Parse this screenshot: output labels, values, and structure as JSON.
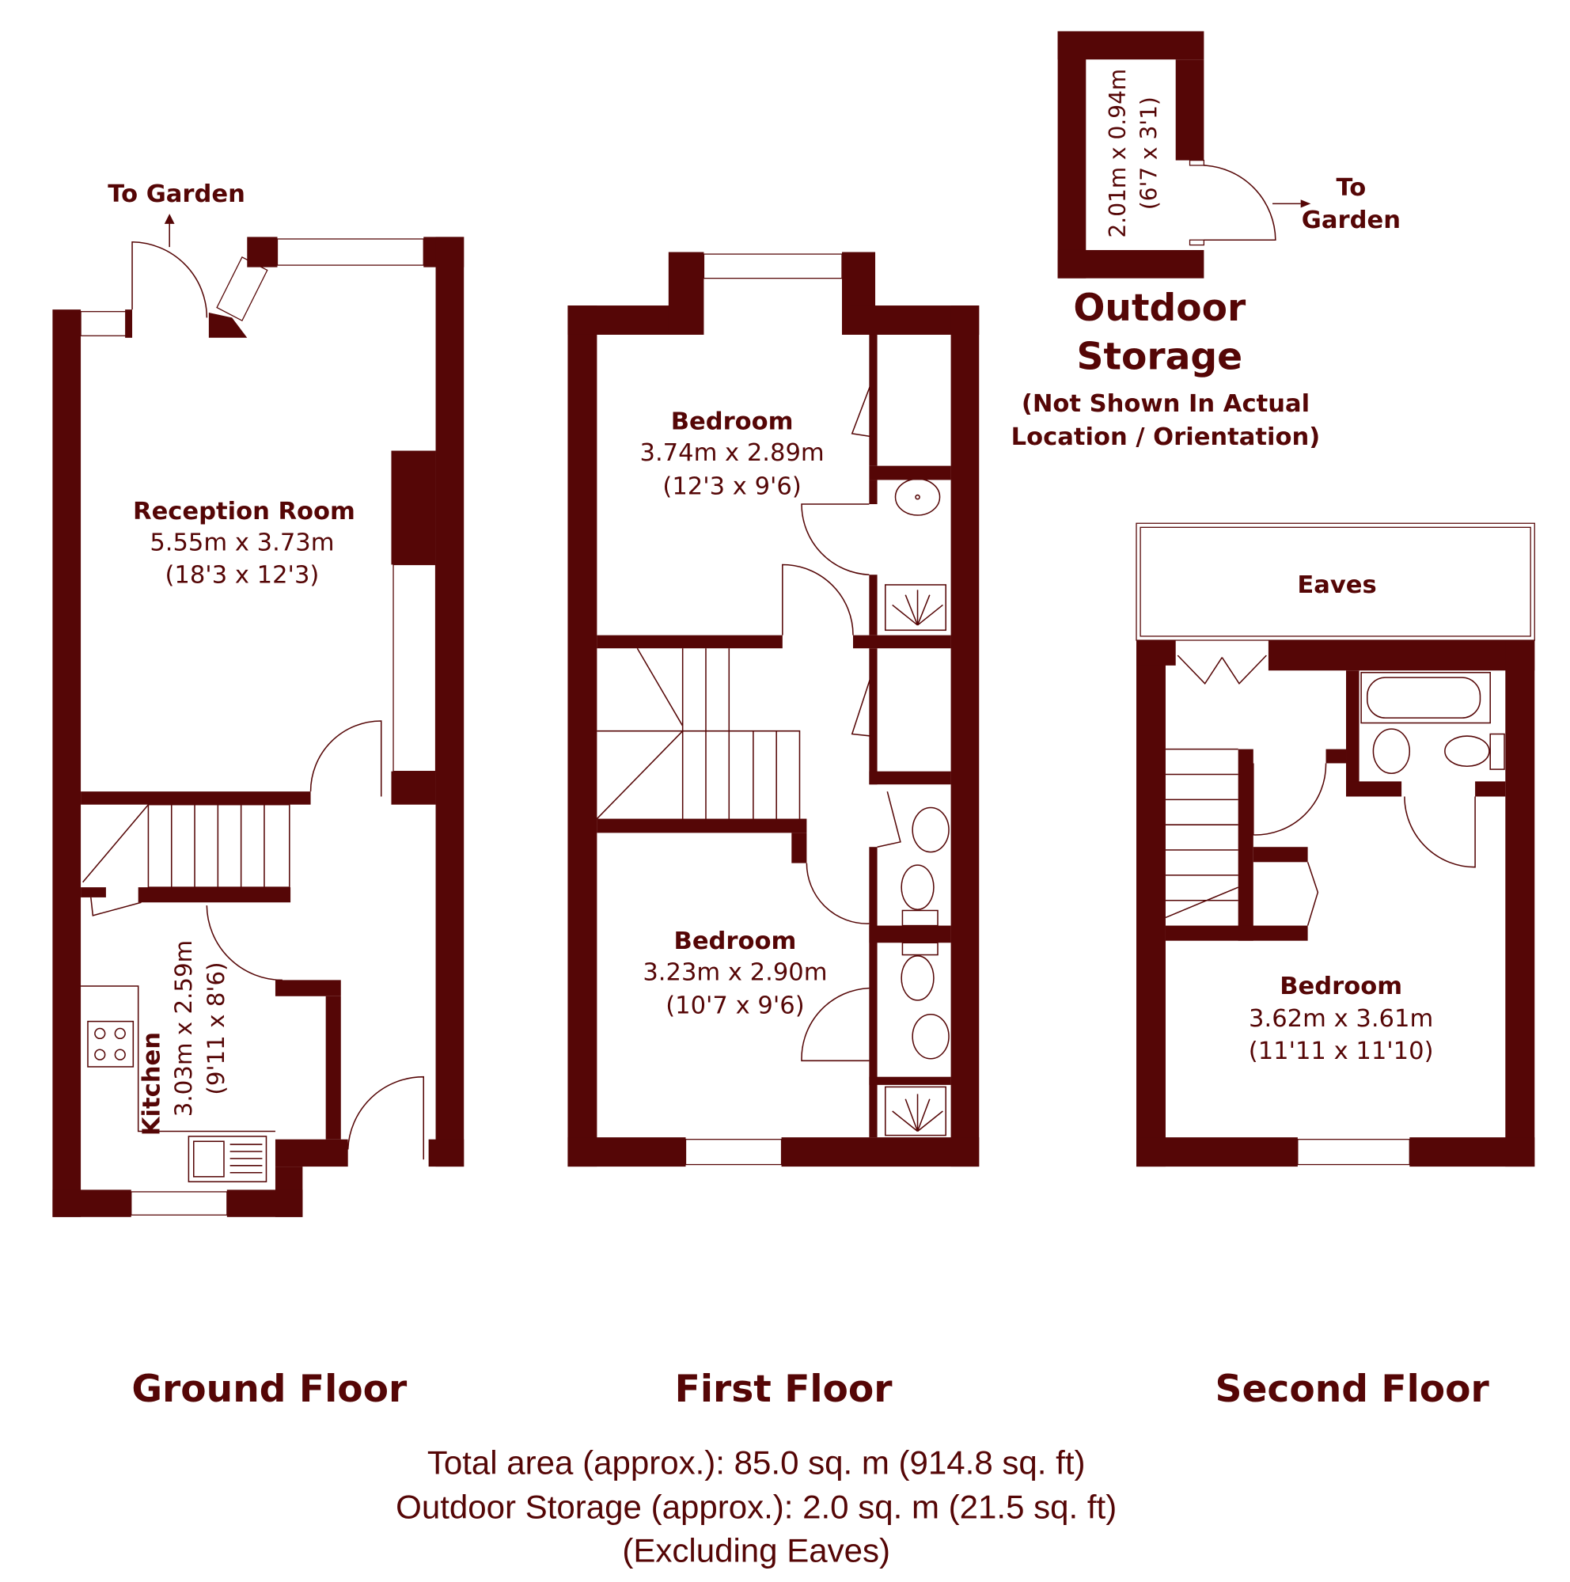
{
  "colors": {
    "wall": "#550606",
    "background": "#ffffff"
  },
  "ground_floor": {
    "title": "Ground Floor",
    "to_garden": "To Garden",
    "reception": {
      "name": "Reception Room",
      "metric": "5.55m x 3.73m",
      "imperial": "(18'3 x 12'3)"
    },
    "kitchen": {
      "name": "Kitchen",
      "metric": "3.03m x 2.59m",
      "imperial": "(9'11 x 8'6)"
    }
  },
  "first_floor": {
    "title": "First Floor",
    "bedroom1": {
      "name": "Bedroom",
      "metric": "3.74m x 2.89m",
      "imperial": "(12'3 x 9'6)"
    },
    "bedroom2": {
      "name": "Bedroom",
      "metric": "3.23m x 2.90m",
      "imperial": "(10'7 x 9'6)"
    }
  },
  "second_floor": {
    "title": "Second Floor",
    "eaves": "Eaves",
    "bedroom": {
      "name": "Bedroom",
      "metric": "3.62m x 3.61m",
      "imperial": "(11'11 x 11'10)"
    }
  },
  "outdoor_storage": {
    "title_line1": "Outdoor",
    "title_line2": "Storage",
    "note_line1": "(Not Shown In Actual",
    "note_line2": "Location / Orientation)",
    "metric": "2.01m x 0.94m",
    "imperial": "(6'7 x 3'1)",
    "to_line1": "To",
    "to_line2": "Garden"
  },
  "footer": {
    "total_area": "Total area (approx.): 85.0 sq. m (914.8 sq. ft)",
    "storage_area": "Outdoor Storage (approx.): 2.0 sq. m (21.5 sq. ft)",
    "excluding": "(Excluding Eaves)"
  }
}
